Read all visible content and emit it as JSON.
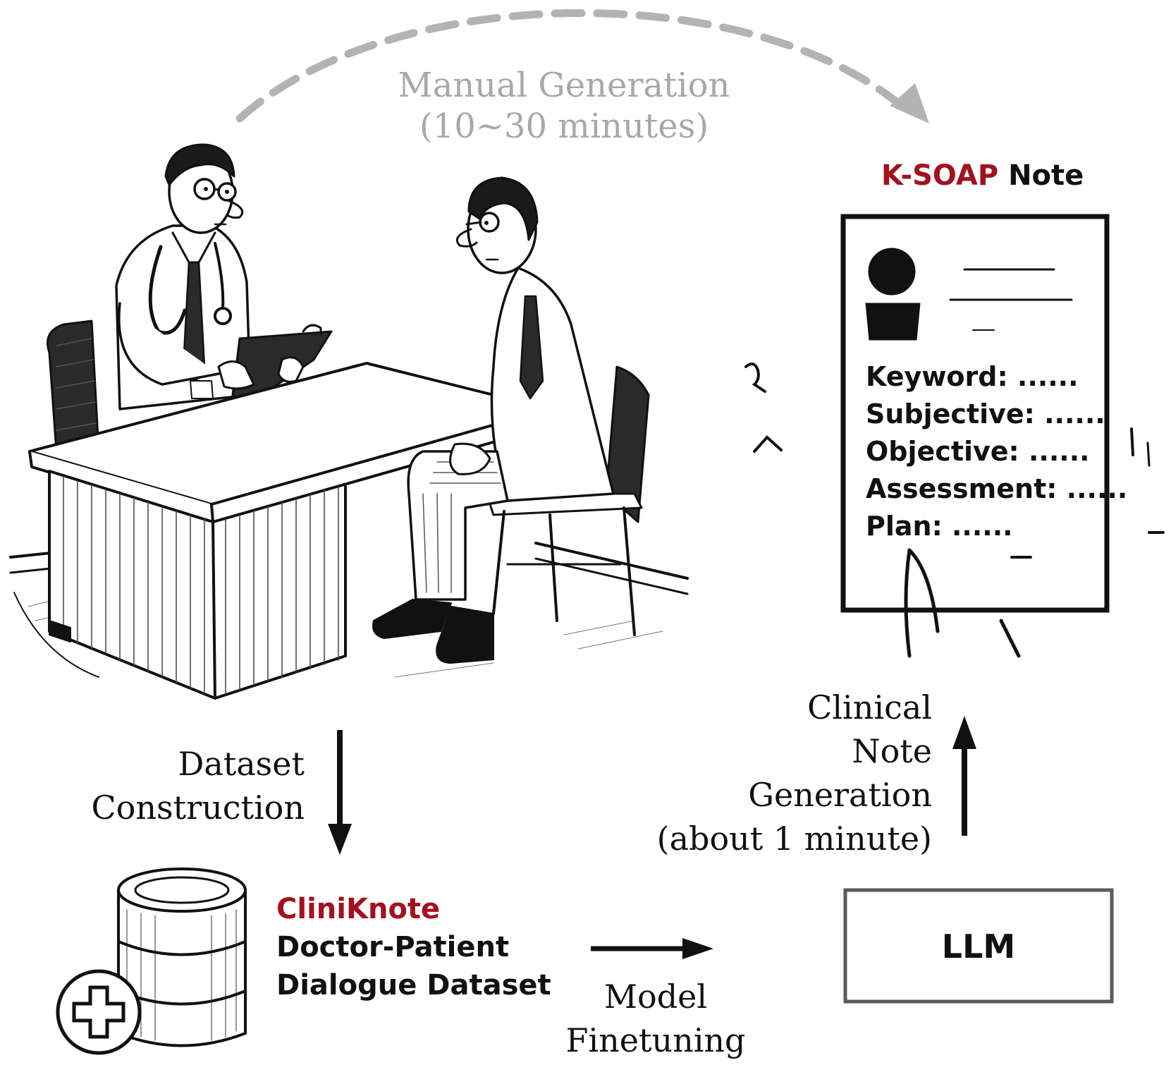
{
  "manual": {
    "line1": "Manual Generation",
    "line2": "(10~30 minutes)"
  },
  "note_title": {
    "accent": "K-SOAP",
    "rest": " Note"
  },
  "note_fields": [
    "Keyword: ......",
    "Subjective: ......",
    "Objective: ......",
    "Assessment: ......",
    "Plan: ......"
  ],
  "dataset_construction": {
    "line1": "Dataset",
    "line2": "Construction"
  },
  "dataset_name": {
    "accent": "CliniKnote",
    "line2": "Doctor-Patient",
    "line3": "Dialogue Dataset"
  },
  "finetuning": {
    "line1": "Model",
    "line2": "Finetuning"
  },
  "llm_label": "LLM",
  "clinical_gen": {
    "line1": "Clinical",
    "line2": "Note",
    "line3": "Generation",
    "line4": "(about 1 minute)"
  },
  "colors": {
    "accent_red": "#a3101e",
    "gray_text": "#a8a8a8",
    "dashed_arrow": "#b3b3b3"
  }
}
